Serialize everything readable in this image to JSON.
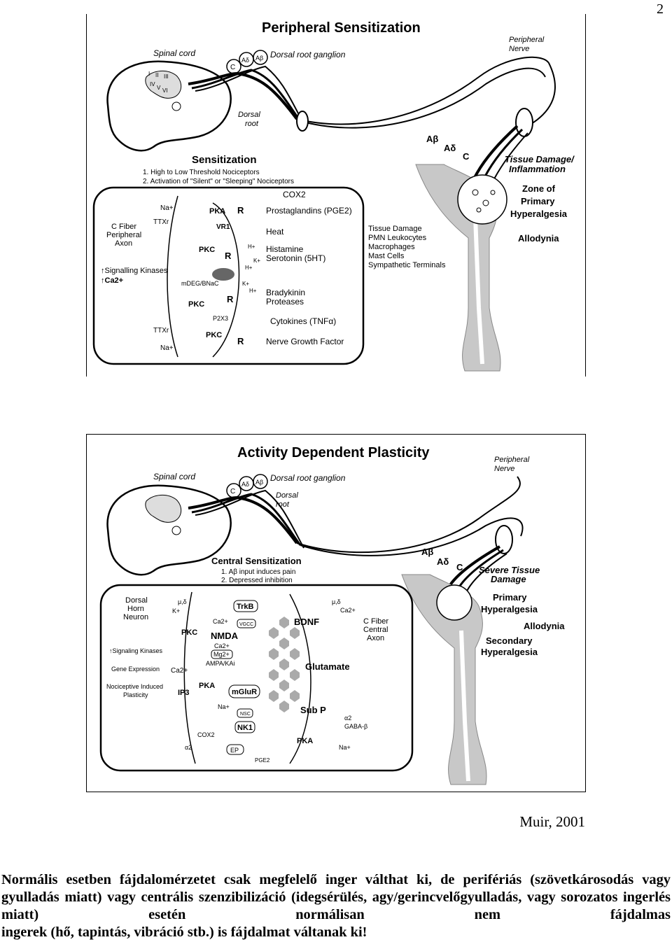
{
  "page_number": "2",
  "figure1": {
    "title": "Peripheral Sensitization",
    "labels": {
      "spinal_cord": "Spinal cord",
      "drg": "Dorsal root ganglion",
      "peripheral_nerve_1": "Peripheral",
      "peripheral_nerve_2": "Nerve",
      "dorsal_root_1": "Dorsal",
      "dorsal_root_2": "root",
      "c": "C",
      "adelta": "Aδ",
      "abeta": "Aβ",
      "lamina_1": "I",
      "lamina_2": "II",
      "lamina_3": "III",
      "lamina_4": "IV",
      "lamina_5": "V",
      "lamina_6": "VI"
    },
    "sensitization": {
      "title": "Sensitization",
      "item1": "1. High to Low Threshold Nociceptors",
      "item2": "2. Activation of \"Silent\" or \"Sleeping\" Nociceptors"
    },
    "inset": {
      "c_fiber_1": "C Fiber",
      "c_fiber_2": "Peripheral",
      "c_fiber_3": "Axon",
      "signalling": "↑Signalling Kinases",
      "ca": "↑Ca2+",
      "na_top": "Na+",
      "ttx_top": "TTXr",
      "pka": "PKA",
      "vr1": "VR1",
      "pkc1": "PKC",
      "r": "R",
      "hplus": "H+",
      "kplus": "K+",
      "mdeg": "mDEG/BNaC",
      "pkc2": "PKC",
      "p2x3": "P2X3",
      "ttx_bottom": "TTXr",
      "pkc3": "PKC",
      "na_bottom": "Na+",
      "cox2": "COX2",
      "prostaglandins": "Prostaglandins (PGE2)",
      "heat": "Heat",
      "histamine": "Histamine",
      "serotonin": "Serotonin (5HT)",
      "bradykinin": "Bradykinin",
      "proteases": "Proteases",
      "cytokines": "Cytokines (TNFα)",
      "ngf": "Nerve Growth Factor"
    },
    "sources": [
      "Tissue Damage",
      "PMN Leukocytes",
      "Macrophages",
      "Mast Cells",
      "Sympathetic Terminals"
    ],
    "right": {
      "tissue_1": "Tissue Damage/",
      "tissue_2": "Inflammation",
      "zone_1": "Zone of",
      "zone_2": "Primary",
      "zone_3": "Hyperalgesia",
      "allodynia": "Allodynia"
    }
  },
  "figure2": {
    "title": "Activity Dependent Plasticity",
    "labels": {
      "spinal_cord": "Spinal cord",
      "drg": "Dorsal root ganglion",
      "peripheral_nerve_1": "Peripheral",
      "peripheral_nerve_2": "Nerve",
      "dorsal_root_1": "Dorsal",
      "dorsal_root_2": "root",
      "c": "C",
      "adelta": "Aδ",
      "abeta": "Aβ"
    },
    "central": {
      "title": "Central Sensitization",
      "item1": "1. Aβ input induces pain",
      "item2": "2. Depressed inhibition"
    },
    "inset": {
      "dorsal_horn_1": "Dorsal",
      "dorsal_horn_2": "Horn",
      "dorsal_horn_3": "Neuron",
      "mu_delta_l": "μ,δ",
      "k_plus": "K+",
      "trkb": "TrkB",
      "ca2_a": "Ca2+",
      "vgcc": "VGCC",
      "pkc": "PKC",
      "nmda": "NMDA",
      "ca2_b": "Ca2+",
      "mg2": "Mg2+",
      "ampa": "AMPA/KAi",
      "signaling": "↑Signaling Kinases",
      "gene": "Gene Expression",
      "nociceptive_1": "Nociceptive Induced",
      "nociceptive_2": "Plasticity",
      "ca2_left": "Ca2+",
      "pka": "PKA",
      "ip3": "IP3",
      "mglur": "mGluR",
      "na_plus": "Na+",
      "nsc": "NSC",
      "nk1": "NK1",
      "cox2": "COX2",
      "alpha2_l": "α2",
      "ep": "EP",
      "pge2": "PGE2",
      "bdnf": "BDNF",
      "mu_delta_r": "μ,δ",
      "ca2_r": "Ca2+",
      "c_fiber_1": "C Fiber",
      "c_fiber_2": "Central",
      "c_fiber_3": "Axon",
      "glutamate": "Glutamate",
      "subp": "Sub P",
      "alpha2_r": "α2",
      "gaba": "GABA-β",
      "pka_r": "PKA",
      "na_r": "Na+"
    },
    "right": {
      "severe_1": "Severe Tissue",
      "severe_2": "Damage",
      "primary_1": "Primary",
      "primary_2": "Hyperalgesia",
      "allodynia": "Allodynia",
      "secondary_1": "Secondary",
      "secondary_2": "Hyperalgesia"
    }
  },
  "credit": "Muir, 2001",
  "body_lines": [
    "Normális esetben fájdalomérzetet csak megfelelő inger válthat ki, de perifériás",
    "(szövetkárosodás vagy gyulladás miatt) vagy centrális szenzibilizáció (idegsérülés,",
    "agy/gerincvelőgyulladás, vagy sorozatos ingerlés miatt) esetén normálisan nem fájdalmas",
    "ingerek (hő, tapintás, vibráció stb.) is fájdalmat váltanak ki!"
  ]
}
